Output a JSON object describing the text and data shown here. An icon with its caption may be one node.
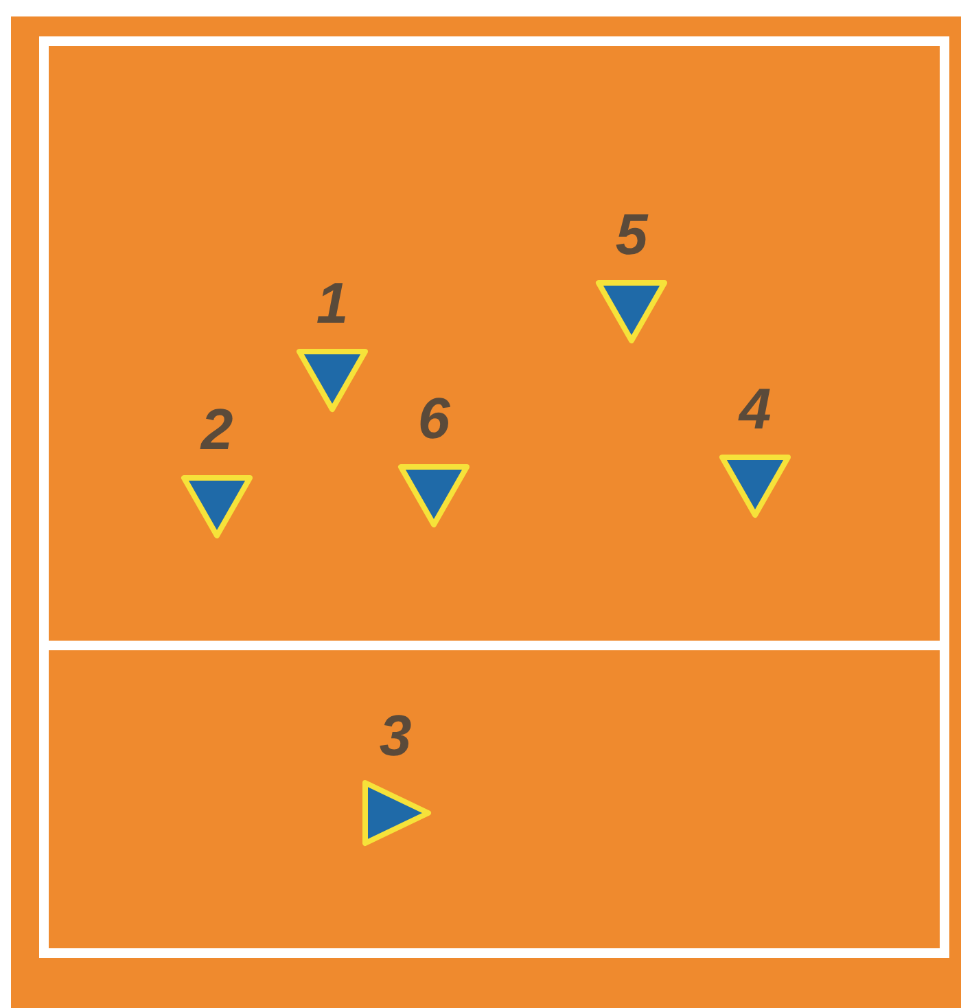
{
  "diagram": {
    "nodes": [
      {
        "text": [
          "5"
        ]
      },
      {
        "text": [
          "1"
        ]
      },
      {
        "text": [
          "2"
        ]
      },
      {
        "text": [
          "6"
        ]
      },
      {
        "text": [
          "4"
        ]
      },
      {
        "text": [
          "3"
        ]
      }
    ]
  }
}
